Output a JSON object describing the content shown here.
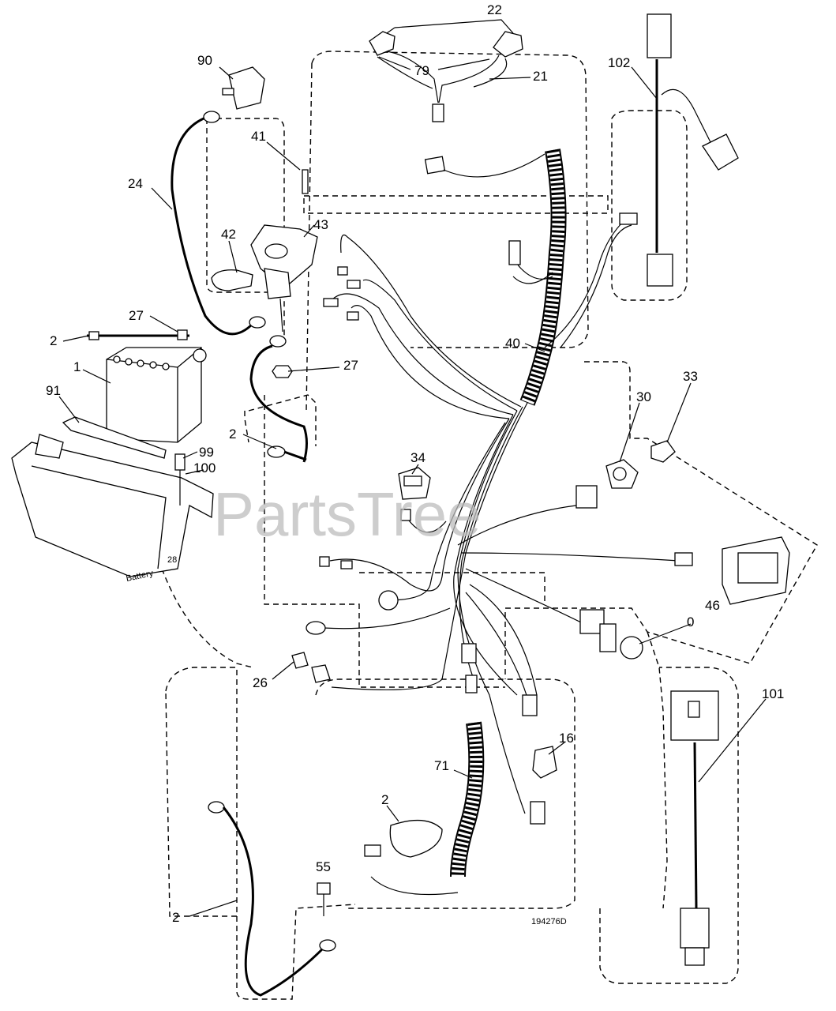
{
  "diagram": {
    "drawing_number": "194276D",
    "watermark": "PartsTree",
    "battery_label": "Battery",
    "battery_label_num": "28",
    "callouts": [
      {
        "id": "c22",
        "text": "22"
      },
      {
        "id": "c90",
        "text": "90"
      },
      {
        "id": "c79",
        "text": "79"
      },
      {
        "id": "c21",
        "text": "21"
      },
      {
        "id": "c102",
        "text": "102"
      },
      {
        "id": "c41",
        "text": "41"
      },
      {
        "id": "c24",
        "text": "24"
      },
      {
        "id": "c43",
        "text": "43"
      },
      {
        "id": "c42",
        "text": "42"
      },
      {
        "id": "c27a",
        "text": "27"
      },
      {
        "id": "c2a",
        "text": "2"
      },
      {
        "id": "c40",
        "text": "40"
      },
      {
        "id": "c1",
        "text": "1"
      },
      {
        "id": "c27b",
        "text": "27"
      },
      {
        "id": "c91",
        "text": "91"
      },
      {
        "id": "c33",
        "text": "33"
      },
      {
        "id": "c30",
        "text": "30"
      },
      {
        "id": "c2b",
        "text": "2"
      },
      {
        "id": "c34",
        "text": "34"
      },
      {
        "id": "c99",
        "text": "99"
      },
      {
        "id": "c100",
        "text": "100"
      },
      {
        "id": "c46",
        "text": "46"
      },
      {
        "id": "c0",
        "text": "0"
      },
      {
        "id": "c26",
        "text": "26"
      },
      {
        "id": "c101",
        "text": "101"
      },
      {
        "id": "c16",
        "text": "16"
      },
      {
        "id": "c71",
        "text": "71"
      },
      {
        "id": "c2c",
        "text": "2"
      },
      {
        "id": "c55",
        "text": "55"
      },
      {
        "id": "c2d",
        "text": "2"
      }
    ]
  }
}
